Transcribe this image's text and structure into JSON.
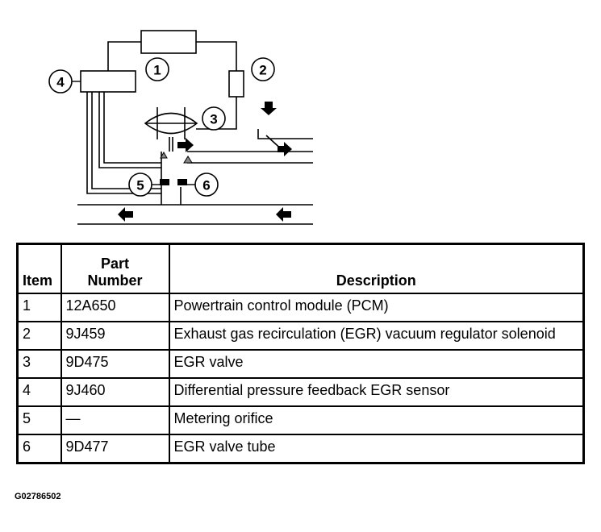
{
  "diagram": {
    "callouts": [
      "1",
      "2",
      "3",
      "4",
      "5",
      "6"
    ]
  },
  "table": {
    "headers": {
      "item": "Item",
      "part_number_line1": "Part",
      "part_number_line2": "Number",
      "description": "Description"
    },
    "rows": [
      {
        "item": "1",
        "part": "12A650",
        "desc": "Powertrain control module (PCM)"
      },
      {
        "item": "2",
        "part": "9J459",
        "desc": "Exhaust gas recirculation (EGR) vacuum regulator solenoid"
      },
      {
        "item": "3",
        "part": "9D475",
        "desc": "EGR valve"
      },
      {
        "item": "4",
        "part": "9J460",
        "desc": "Differential pressure feedback EGR sensor"
      },
      {
        "item": "5",
        "part": "—",
        "desc": "Metering orifice"
      },
      {
        "item": "6",
        "part": "9D477",
        "desc": "EGR valve tube"
      }
    ]
  },
  "figure_code": "G02786502"
}
